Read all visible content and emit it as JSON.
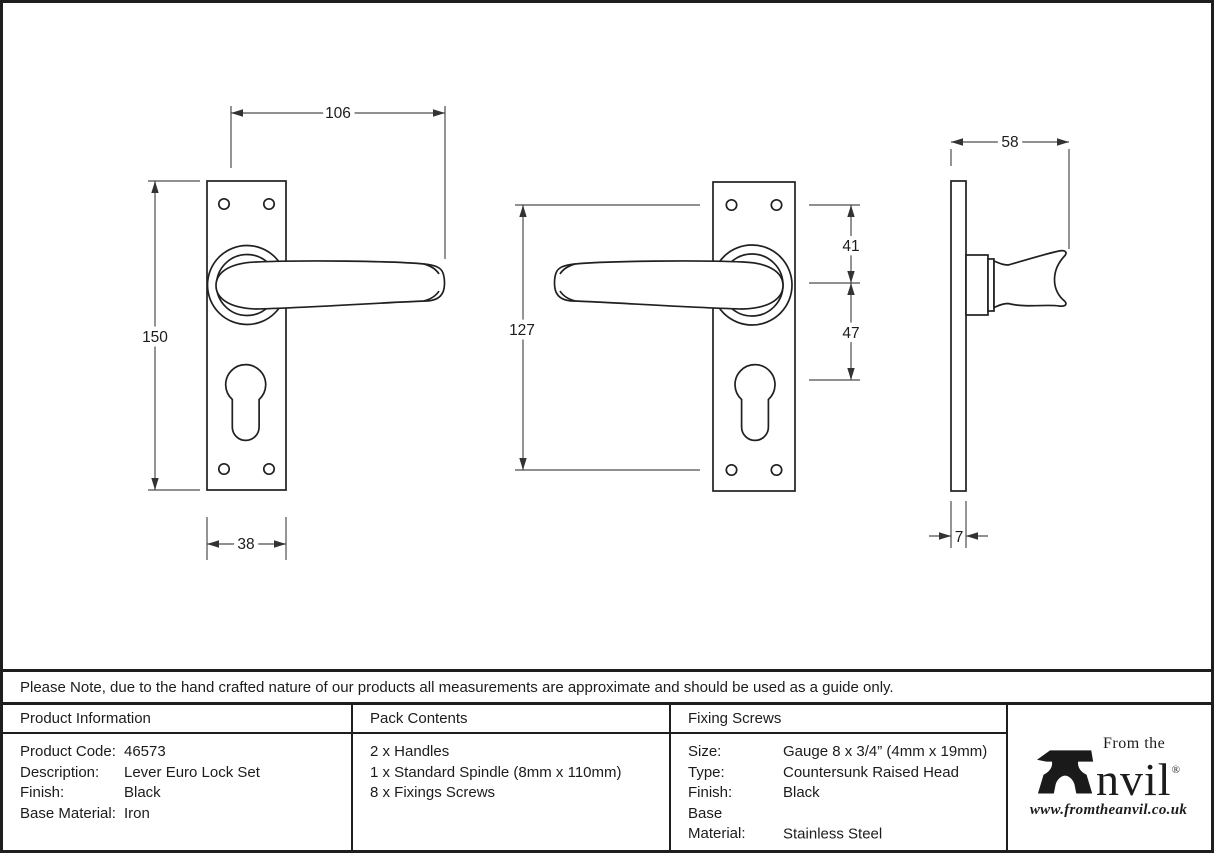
{
  "dimensions": {
    "front_view": {
      "handle_length": "106",
      "plate_height": "150",
      "plate_width": "38"
    },
    "middle_view": {
      "screw_centres": "127",
      "top_to_handle": "41",
      "handle_to_cylinder": "47"
    },
    "side_view": {
      "projection": "58",
      "plate_thickness": "7"
    }
  },
  "note": "Please Note, due to the hand crafted nature of our products all measurements are approximate and should be used as a guide only.",
  "table": {
    "product_information": {
      "header": "Product Information",
      "rows": [
        {
          "label": "Product Code:",
          "value": "46573"
        },
        {
          "label": "Description:",
          "value": "Lever Euro Lock Set"
        },
        {
          "label": "Finish:",
          "value": "Black"
        },
        {
          "label": "Base Material:",
          "value": "Iron"
        }
      ]
    },
    "pack_contents": {
      "header": "Pack Contents",
      "items": [
        "2 x Handles",
        "1 x Standard Spindle (8mm x 110mm)",
        "8 x Fixings Screws"
      ]
    },
    "fixing_screws": {
      "header": "Fixing Screws",
      "rows": [
        {
          "label": "Size:",
          "value": "Gauge 8 x 3/4” (4mm x 19mm)"
        },
        {
          "label": "Type:",
          "value": "Countersunk Raised Head"
        },
        {
          "label": "Finish:",
          "value": "Black"
        },
        {
          "label": "Base Material:",
          "value": "Stainless Steel"
        }
      ]
    }
  },
  "logo": {
    "prefix": "From the",
    "name": "nvil",
    "registered": "®",
    "url": "www.fromtheanvil.co.uk"
  },
  "colors": {
    "outline": "#202020",
    "dim_line": "#4d4d4d",
    "text": "#1c1c1c"
  }
}
